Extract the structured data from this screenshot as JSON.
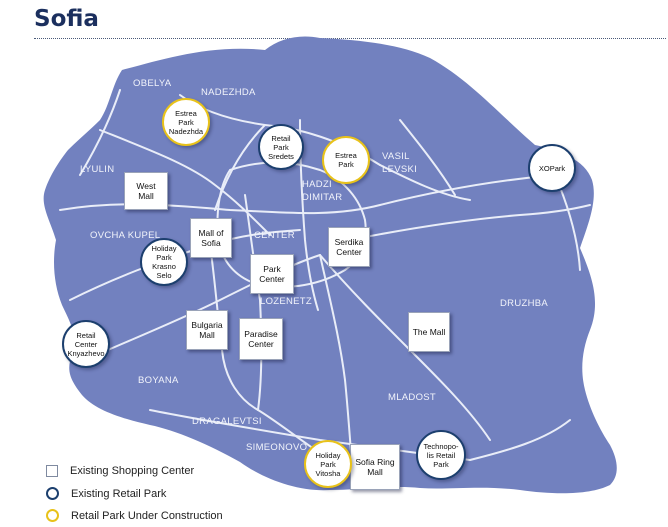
{
  "title": "Sofia",
  "colors": {
    "map_fill": "#7281bf",
    "road": "#e9edf8",
    "existing_retail_park": "#1c3f6e",
    "under_construction": "#e8c21a"
  },
  "districts": {
    "obelya": "OBELYA",
    "nadezhda": "NADEZHDA",
    "lyulin": "LYULIN",
    "vasil_levski_1": "VASIL",
    "vasil_levski_2": "LEVSKI",
    "hadzhi_1": "HADZI",
    "hadzhi_2": "DIMITAR",
    "ovcha_kupel": "OVCHA KUPEL",
    "center": "CENTER",
    "lozenetz": "LOZENETZ",
    "druzhba": "DRUZHBA",
    "boyana": "BOYANA",
    "mladost": "MLADOST",
    "dragalevtsi": "DRAGALEVTSI",
    "simeonovo": "SIMEONOVO"
  },
  "shopping_centers": {
    "west_mall": [
      "West",
      "Mall"
    ],
    "mall_of_sofia": [
      "Mall of",
      "Sofia"
    ],
    "park_center": [
      "Park",
      "Center"
    ],
    "serdika_center": [
      "Serdika",
      "Center"
    ],
    "bulgaria_mall": [
      "Bulgaria",
      "Mall"
    ],
    "paradise_center": [
      "Paradise",
      "Center"
    ],
    "the_mall": [
      "The Mall"
    ],
    "sofia_ring_mall": [
      "Sofia Ring",
      "Mall"
    ]
  },
  "retail_parks": {
    "retail_park_sredets": [
      "Retail",
      "Park",
      "Sredets"
    ],
    "holiday_park_krasno_selo": [
      "Holiday",
      "Park",
      "Krasno",
      "Selo"
    ],
    "retail_center_knyazhevo": [
      "Retail",
      "Center",
      "Knyazhevo"
    ],
    "xopark": [
      "XOPark"
    ],
    "technopolis_retail_park": [
      "Technopo-",
      "lis Retail",
      "Park"
    ]
  },
  "under_construction": {
    "estrea_park_nadezhda": [
      "Estrea",
      "Park",
      "Nadezhda"
    ],
    "estrea_park": [
      "Estrea",
      "Park"
    ],
    "holiday_park_vitosha": [
      "Holiday",
      "Park",
      "Vitosha"
    ]
  },
  "legend": {
    "shopping_center": "Existing Shopping Center",
    "retail_park": "Existing Retail Park",
    "construction": "Retail Park Under Construction"
  }
}
